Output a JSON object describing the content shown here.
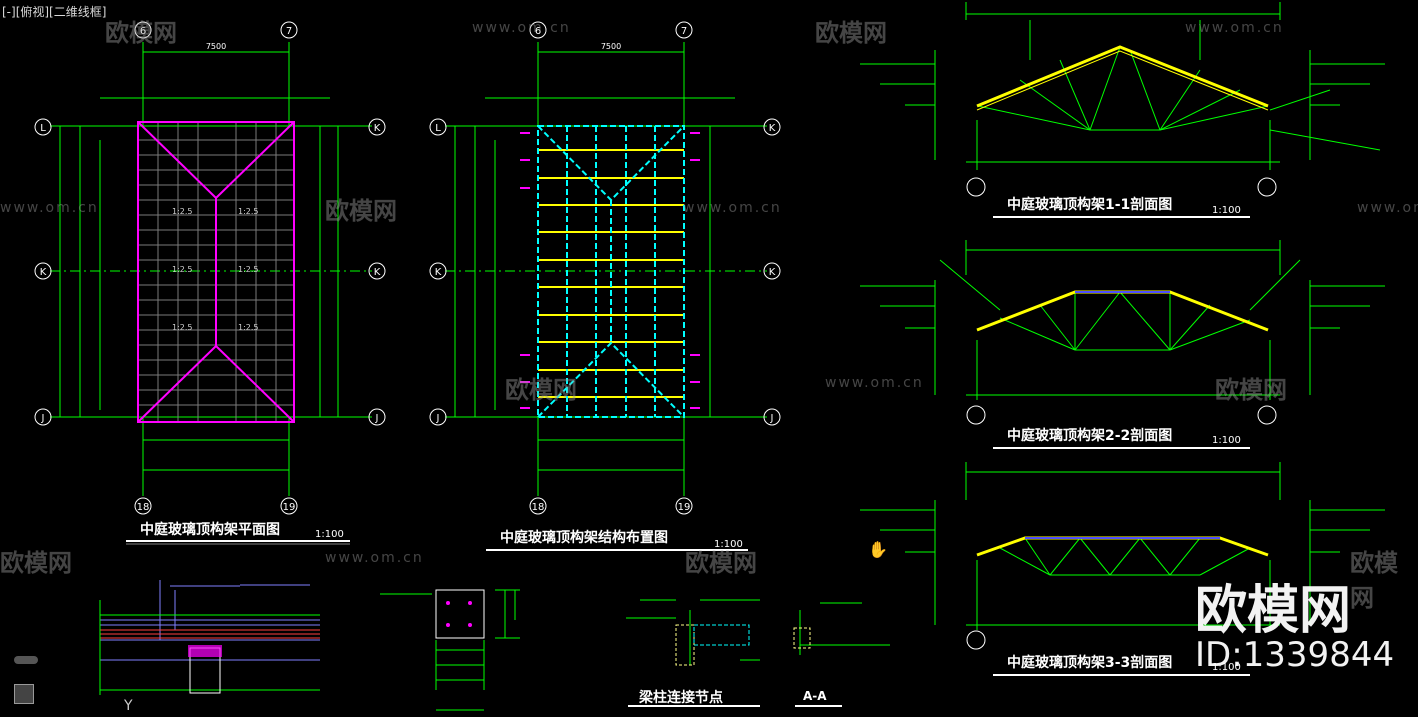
{
  "viewport_label": "[-][俯视][二维线框]",
  "titles": {
    "plan": "中庭玻璃顶构架平面图",
    "structure": "中庭玻璃顶构架结构布置图",
    "sec1": "中庭玻璃顶构架1-1剖面图",
    "sec2": "中庭玻璃顶构架2-2剖面图",
    "sec3": "中庭玻璃顶构架3-3剖面图",
    "node": "梁柱连接节点",
    "aa": "A-A"
  },
  "scale": "1:100",
  "dimension_top": "7500",
  "grid_axes": {
    "top_left": "6",
    "top_right": "7",
    "bottom_left": "18",
    "bottom_right": "19",
    "row_top": "L",
    "row_mid": "K",
    "row_bottom": "J"
  },
  "slope_label": "1:2.5",
  "watermark": {
    "brand": "欧模网",
    "url": "www.om.cn",
    "id": "ID:1339844"
  },
  "colors": {
    "grid": "#00ff00",
    "roof_outline": "#ff00ff",
    "steel": "#00ffff",
    "beam": "#ffff00",
    "text": "#ffffff"
  }
}
